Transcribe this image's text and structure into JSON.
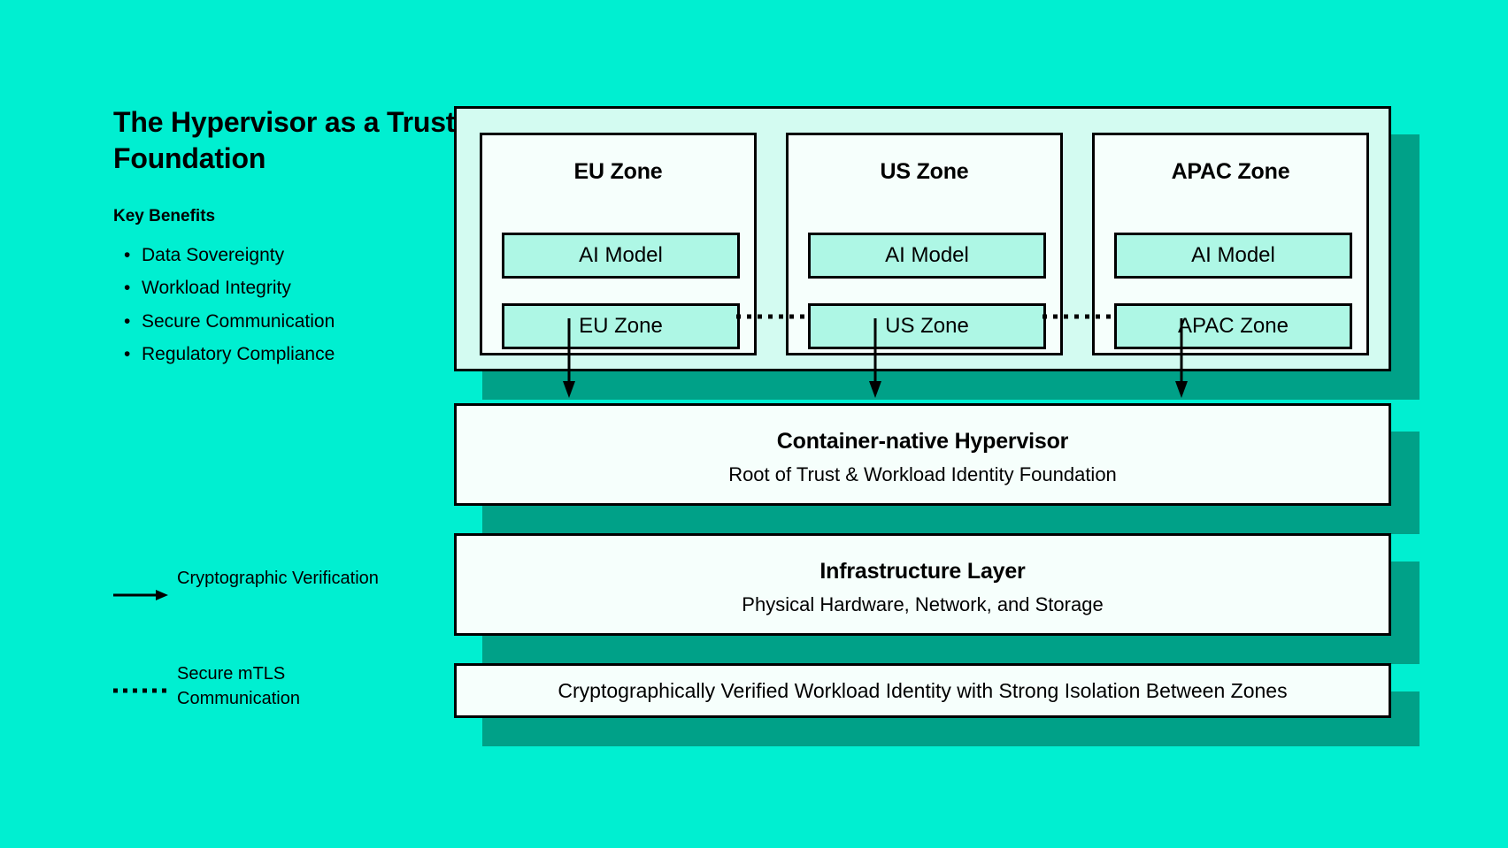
{
  "theme": {
    "background": "#00EFD1",
    "shadow": "#00A188",
    "panel_fill": "#F6FFFC",
    "zones_container_fill": "#D3FBF1",
    "inner_box_fill": "#AEF7E5",
    "stroke": "#000000"
  },
  "left_panel": {
    "title": "The Hypervisor as a Trust Foundation",
    "benefits_heading": "Key Benefits",
    "bullet_glyph": "•",
    "benefits": [
      "Data Sovereignty",
      "Workload Integrity",
      "Secure Communication",
      "Regulatory Compliance"
    ]
  },
  "legend": {
    "items": [
      {
        "glyph": "solid-arrow-icon",
        "label": "Cryptographic Verification"
      },
      {
        "glyph": "dotted-line-icon",
        "label": "Secure mTLS Communication"
      }
    ]
  },
  "zones": [
    {
      "title": "EU Zone",
      "model_label": "AI Model",
      "name_label": "EU Zone"
    },
    {
      "title": "US Zone",
      "model_label": "AI Model",
      "name_label": "US Zone"
    },
    {
      "title": "APAC Zone",
      "model_label": "AI Model",
      "name_label": "APAC Zone"
    }
  ],
  "layers": {
    "hypervisor": {
      "title": "Container-native Hypervisor",
      "subtitle": "Root of Trust & Workload Identity Foundation"
    },
    "infrastructure": {
      "title": "Infrastructure Layer",
      "subtitle": "Physical Hardware, Network, and Storage"
    },
    "banner": {
      "text": "Cryptographically Verified Workload Identity with Strong Isolation Between Zones"
    }
  }
}
